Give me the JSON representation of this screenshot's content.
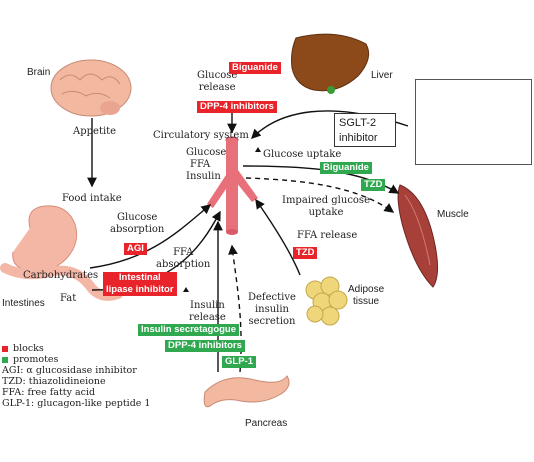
{
  "organs": {
    "brain": "Brain",
    "liver": "Liver",
    "muscle": "Muscle",
    "adipose": "Adipose\ntissue",
    "intestines": "Intestines",
    "pancreas": "Pancreas"
  },
  "circulatory": {
    "title": "Circulatory system",
    "items": [
      "Glucose",
      "FFA",
      "Insulin"
    ]
  },
  "processes": {
    "appetite": "Appetite",
    "food_intake": "Food intake",
    "carbohydrates": "Carbohydrates",
    "fat": "Fat",
    "glucose_absorption": "Glucose\nabsorption",
    "ffa_absorption": "FFA\nabsorption",
    "glucose_release": "Glucose\nrelease",
    "glucose_uptake": "Glucose uptake",
    "impaired_uptake": "Impaired glucose\nuptake",
    "ffa_release": "FFA release",
    "insulin_release": "Insulin\nrelease",
    "defective_secretion": "Defective\ninsulin\nsecretion"
  },
  "drugs": {
    "biguanide_liver": "Biguanide",
    "dpp4_liver": "DPP-4 inhibitors",
    "biguanide_muscle": "Biguanide",
    "tzd_muscle": "TZD",
    "tzd_adipose": "TZD",
    "agi": "AGI",
    "intestinal_lipase": "Intestinal\nlipase inhibitor",
    "insulin_secretagogue": "Insulin secretagogue",
    "dpp4_pancreas": "DPP-4 inhibitors",
    "glp1": "GLP-1"
  },
  "sglt2": "SGLT-2\ninhibitor",
  "legend": {
    "blocks": "blocks",
    "promotes": "promotes",
    "abbreviations": [
      "AGI: α glucosidase inhibitor",
      "TZD: thiazolidineione",
      "FFA: free fatty acid",
      "GLP-1: glucagon-like peptide 1"
    ]
  },
  "colors": {
    "blocks": "#e8232a",
    "promotes": "#2fa84f",
    "vessel": "#e8707a",
    "liver": "#8c4a1a",
    "brain": "#f2b8a0",
    "muscle": "#a8403a",
    "adipose": "#f0d67a",
    "intestine": "#f4b7a6"
  }
}
